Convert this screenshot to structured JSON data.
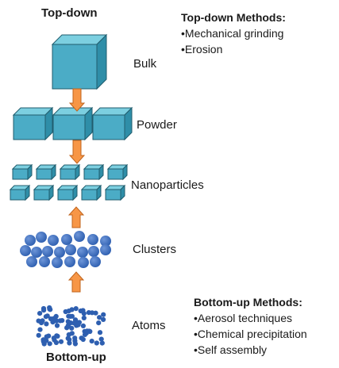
{
  "top_label": "Top-down",
  "bottom_label": "Bottom-up",
  "stages": {
    "bulk": "Bulk",
    "powder": "Powder",
    "nanoparticles": "Nanoparticles",
    "clusters": "Clusters",
    "atoms": "Atoms"
  },
  "top_down_methods": {
    "title": "Top-down Methods:",
    "items": [
      "Mechanical grinding",
      "Erosion"
    ]
  },
  "bottom_up_methods": {
    "title": "Bottom-up Methods:",
    "items": [
      "Aerosol techniques",
      "Chemical precipitation",
      "Self assembly"
    ]
  },
  "colors": {
    "cube_front": "#4bacc6",
    "cube_top": "#7ccfe0",
    "cube_side": "#2f8ea8",
    "cube_edge": "#215d6e",
    "arrow": "#f79646",
    "arrow_edge": "#c0641d",
    "sphere": "#2e5fb0"
  }
}
